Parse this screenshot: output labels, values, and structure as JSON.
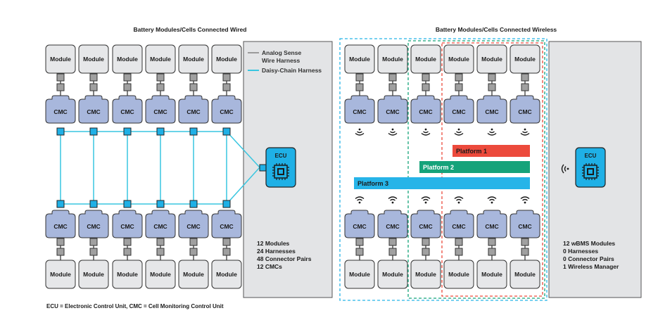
{
  "left": {
    "title": "Battery Modules/Cells Connected Wired",
    "module_label": "Module",
    "cmc_label": "CMC",
    "ecu_label": "ECU",
    "legend": {
      "analog_line1": "Analog Sense",
      "analog_line2": "Wire Harness",
      "daisy": "Daisy-Chain Harness"
    },
    "summary": [
      "12 Modules",
      "24 Harnesses",
      "48 Connector Pairs",
      "12 CMCs"
    ]
  },
  "right": {
    "title": "Battery Modules/Cells Connected Wireless",
    "module_label": "Module",
    "cmc_label": "CMC",
    "ecu_label": "ECU",
    "platforms": [
      {
        "label": "Platform 1",
        "color": "#ec4a3c"
      },
      {
        "label": "Platform 2",
        "color": "#15a37a"
      },
      {
        "label": "Platform 3",
        "color": "#26b4e8"
      }
    ],
    "summary": [
      "12 wBMS Modules",
      "0 Harnesses",
      "0 Connector Pairs",
      "1 Wireless Manager"
    ]
  },
  "footnote": "ECU = Electronic Control Unit, CMC = Cell Monitoring Control Unit",
  "colors": {
    "cmc_fill": "#a8b7dc",
    "connector_cyan": "#1fb0e6",
    "harness_line": "#39c6e0",
    "panel_gray": "#e3e4e6",
    "module_fill": "#e6e7e9"
  }
}
